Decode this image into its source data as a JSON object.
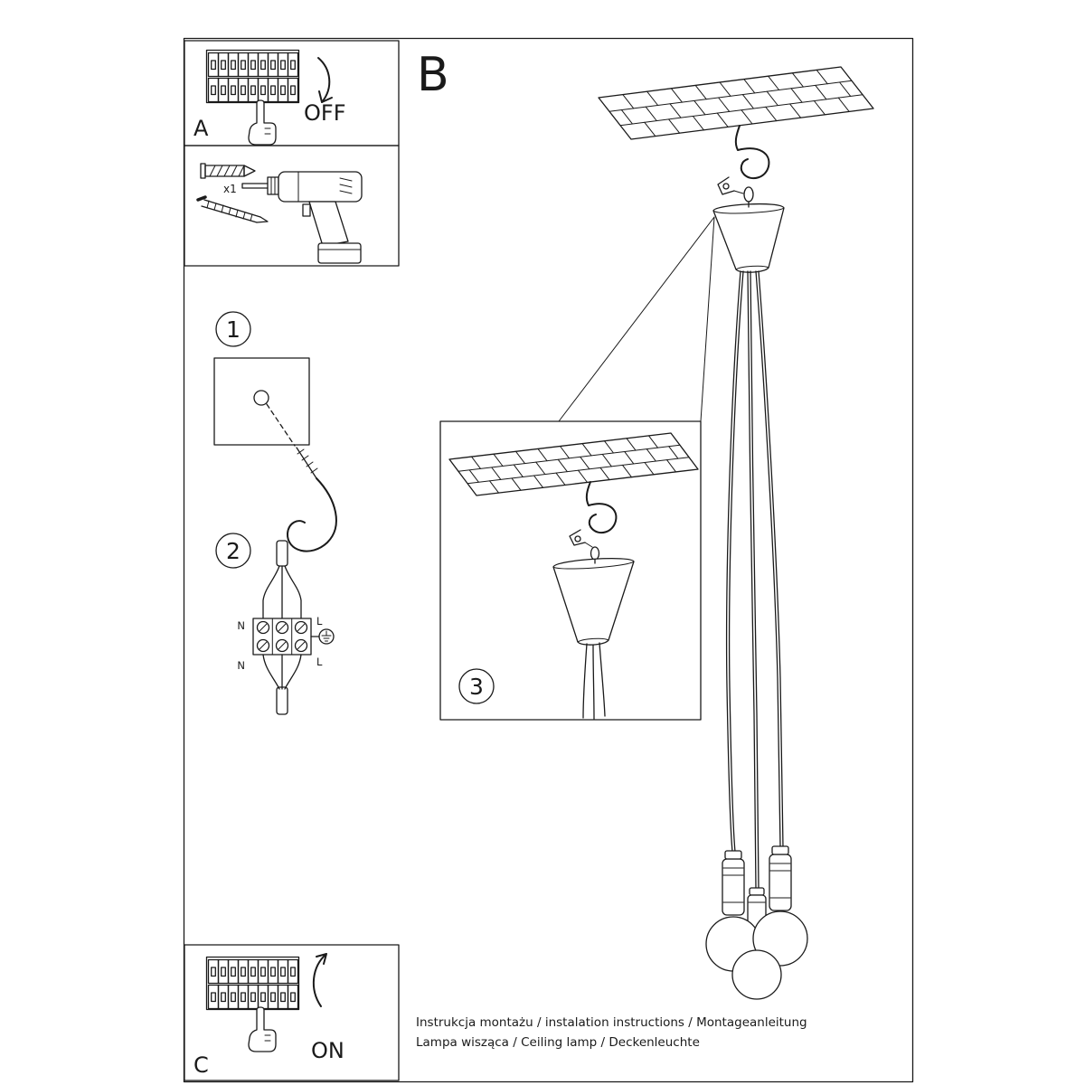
{
  "labels": {
    "a": "A",
    "b": "B",
    "c": "C",
    "off": "OFF",
    "on": "ON",
    "step1": "1",
    "step2": "2",
    "step3": "3",
    "anchor_count": "x1"
  },
  "wiring": {
    "neutral": "N",
    "live": "L"
  },
  "footer": {
    "line1": "Instrukcja montażu / instalation instructions / Montageanleitung",
    "line2": "Lampa wisząca / Ceiling lamp / Deckenleuchte"
  },
  "colors": {
    "line": "#1a1a1a",
    "background": "#ffffff"
  }
}
